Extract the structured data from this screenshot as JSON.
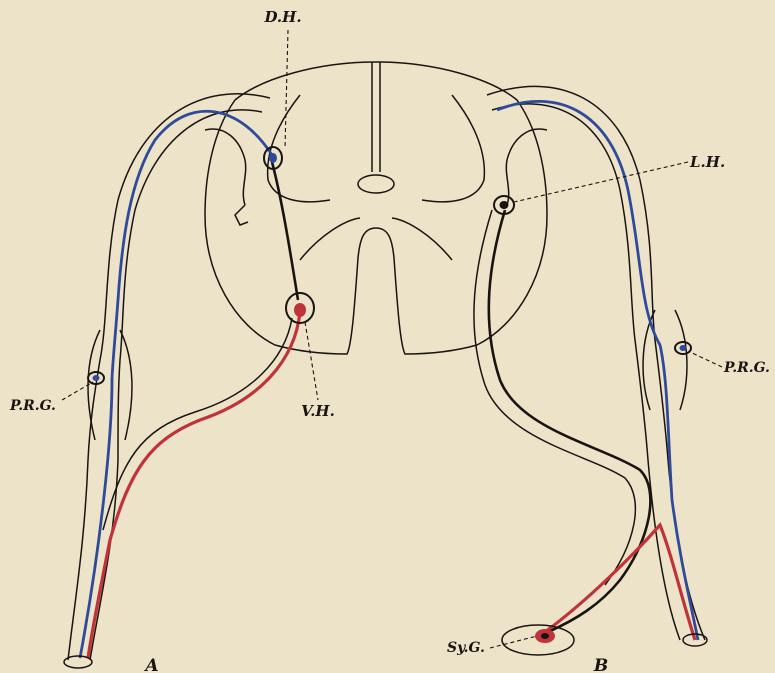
{
  "labels": {
    "dorsal_horn": "D.H.",
    "lateral_horn": "L.H.",
    "ventral_horn": "V.H.",
    "posterior_root_ganglion_left": "P.R.G.",
    "posterior_root_ganglion_right": "P.R.G.",
    "sympathetic_ganglion": "Sy.G.",
    "panel_a": "A",
    "panel_b": "B"
  },
  "colors": {
    "background": "#ece3c9",
    "outline": "#1a1410",
    "afferent": "#2f4a9a",
    "efferent": "#c0333a"
  }
}
